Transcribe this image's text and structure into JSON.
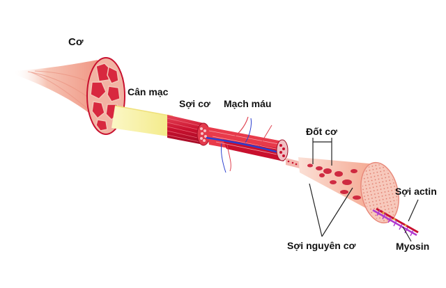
{
  "labels": {
    "muscle": "Cơ",
    "fascia": "Cân mạc",
    "muscle_fiber": "Sợi cơ",
    "blood_vessel": "Mạch máu",
    "sarcomere": "Đốt cơ",
    "actin_filament": "Sợi actin",
    "myofibril": "Sợi nguyên cơ",
    "myosin": "Myosin"
  },
  "colors": {
    "muscle_red": "#c8102e",
    "muscle_pink": "#f4a88e",
    "fascia_yellow": "#f7f2a8",
    "vessel_blue": "#2b3fcf",
    "actin_purple": "#b03ad0"
  }
}
